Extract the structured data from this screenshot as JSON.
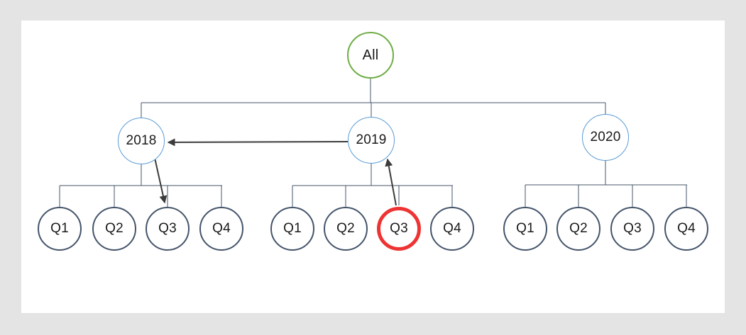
{
  "canvas": {
    "background": "#e4e4e4",
    "surface": "#ffffff"
  },
  "colors": {
    "root_stroke": "#70ad47",
    "year_stroke": "#5b9bd5",
    "quarter_stroke": "#44546a",
    "highlight_stroke": "#ee3333",
    "connector": "#44546a",
    "arrow": "#3b3b3b"
  },
  "tree": {
    "root": {
      "label": "All"
    },
    "years": [
      {
        "label": "2018",
        "quarters": [
          {
            "label": "Q1"
          },
          {
            "label": "Q2"
          },
          {
            "label": "Q3"
          },
          {
            "label": "Q4"
          }
        ]
      },
      {
        "label": "2019",
        "quarters": [
          {
            "label": "Q1"
          },
          {
            "label": "Q2"
          },
          {
            "label": "Q3",
            "highlighted": true
          },
          {
            "label": "Q4"
          }
        ]
      },
      {
        "label": "2020",
        "quarters": [
          {
            "label": "Q1"
          },
          {
            "label": "Q2"
          },
          {
            "label": "Q3"
          },
          {
            "label": "Q4"
          }
        ]
      }
    ]
  },
  "arrows": [
    {
      "name": "arrow-2019-to-2018",
      "from": "2019",
      "to": "2018"
    },
    {
      "name": "arrow-2018-to-2018-q3",
      "from": "2018",
      "to": "2018-Q3"
    },
    {
      "name": "arrow-2019-q3-to-2019",
      "from": "2019-Q3",
      "to": "2019"
    }
  ]
}
